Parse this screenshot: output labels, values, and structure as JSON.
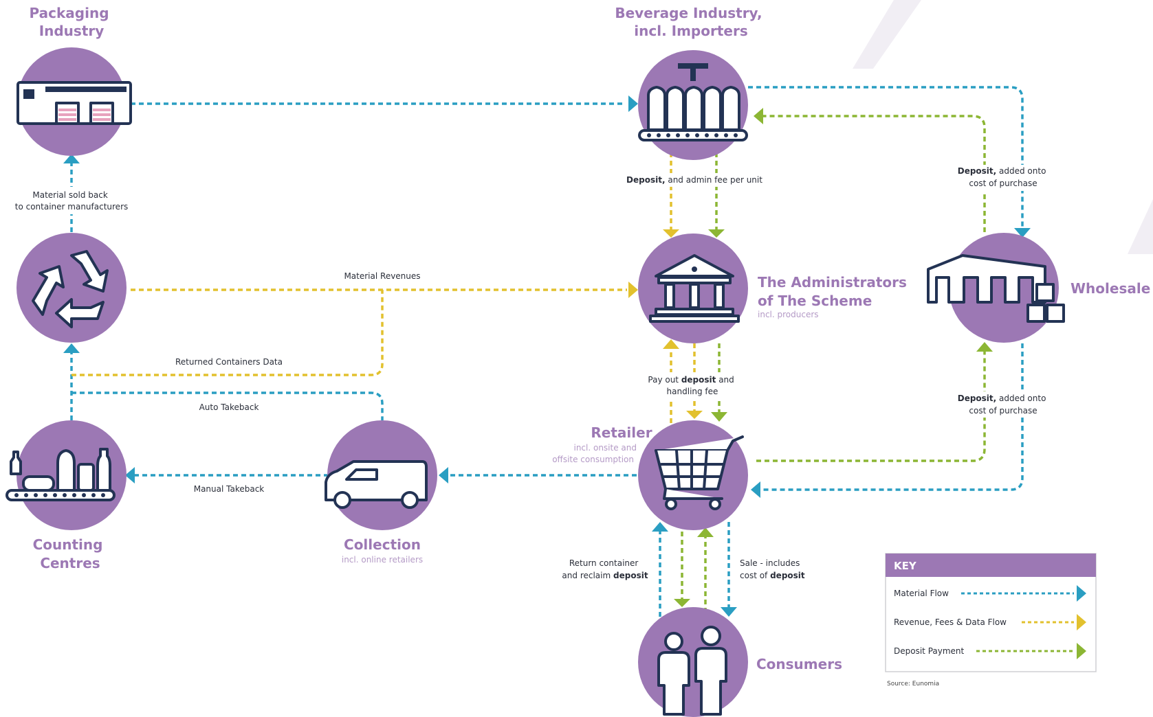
{
  "colors": {
    "node_fill": "#9c78b4",
    "title_text": "#9c78b4",
    "material_flow": "#2a9ec2",
    "revenue_flow": "#e2c12e",
    "deposit_flow": "#8cb634",
    "icon_stroke": "#233354"
  },
  "nodes": {
    "packaging": {
      "title_lines": [
        "Packaging",
        "Industry"
      ],
      "icon": "factory-icon"
    },
    "beverage": {
      "title_lines": [
        "Beverage Industry,",
        "incl. Importers"
      ],
      "icon": "bottling-line-icon"
    },
    "recycling": {
      "icon": "recycle-icon"
    },
    "administrators": {
      "title_lines": [
        "The Administrators",
        "of The Scheme"
      ],
      "subtitle": "incl. producers",
      "icon": "institution-icon"
    },
    "wholesale": {
      "title": "Wholesale",
      "icon": "warehouse-icon"
    },
    "counting": {
      "title_lines": [
        "Counting",
        "Centres"
      ],
      "icon": "bottles-conveyor-icon"
    },
    "collection": {
      "title": "Collection",
      "subtitle": "incl. online retailers",
      "icon": "van-icon"
    },
    "retailer": {
      "title": "Retailer",
      "subtitle_lines": [
        "incl. onsite and",
        "offsite consumption"
      ],
      "icon": "shopping-cart-icon"
    },
    "consumers": {
      "title": "Consumers",
      "icon": "people-icon"
    }
  },
  "labels": {
    "material_sold_back": [
      "Material sold back",
      "to container manufacturers"
    ],
    "material_revenues": "Material Revenues",
    "returned_containers_data": "Returned Containers Data",
    "auto_takeback": "Auto Takeback",
    "manual_takeback": "Manual Takeback",
    "deposit_admin_fee": {
      "bold": "Deposit,",
      "rest": " and admin fee per unit"
    },
    "deposit_wholesale_top": {
      "bold": "Deposit,",
      "rest": " added onto",
      "line2": "cost of purchase"
    },
    "deposit_wholesale_bottom": {
      "bold": "Deposit,",
      "rest": " added onto",
      "line2": "cost of purchase"
    },
    "pay_out": {
      "pre": "Pay out ",
      "bold": "deposit",
      "post": " and",
      "line2": "handling fee"
    },
    "return_container": {
      "line1": "Return container",
      "pre2": "and reclaim ",
      "bold2": "deposit"
    },
    "sale": {
      "line1": "Sale - includes",
      "pre2": "cost of ",
      "bold2": "deposit"
    }
  },
  "key": {
    "title": "KEY",
    "items": [
      {
        "label": "Material Flow",
        "color": "#2a9ec2"
      },
      {
        "label": "Revenue, Fees & Data Flow",
        "color": "#e2c12e"
      },
      {
        "label": "Deposit Payment",
        "color": "#8cb634"
      }
    ],
    "source": "Source: Eunomia"
  }
}
